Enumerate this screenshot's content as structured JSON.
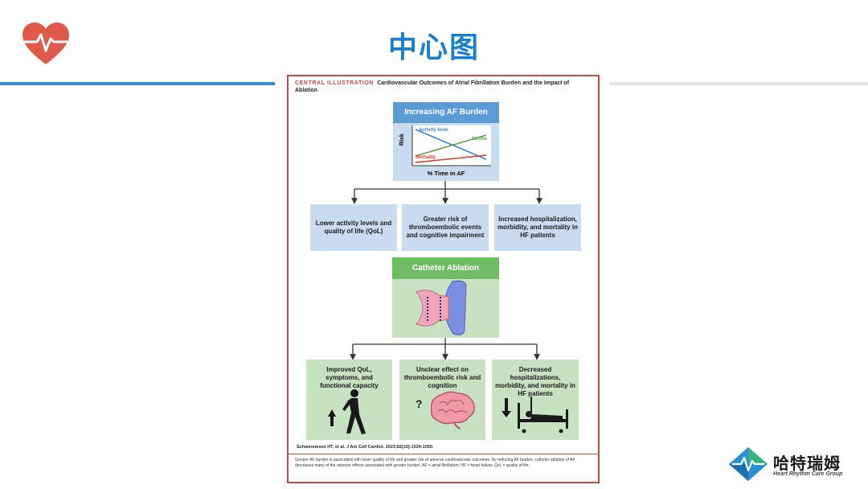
{
  "slide": {
    "title": "中心图",
    "brand_cn": "哈特瑞姆",
    "brand_en": "Heart Rhythm Care Group"
  },
  "figure": {
    "tag": "CENTRAL ILLUSTRATION",
    "title": "Cardiovascular Outcomes of Atrial Fibrillation Burden and the Impact of Ablation",
    "top_box": {
      "header": "Increasing AF Burden",
      "ylabel": "Risk",
      "xlabel": "% Time in AF",
      "lines": {
        "activity": "Activity level",
        "stroke": "Stroke",
        "mortality": "Mortality"
      }
    },
    "effects": [
      "Lower activity levels and quality of life (QoL)",
      "Greater risk of thromboembolic events and cognitive impairment",
      "Increased hospitalization, morbidity, and mortality in HF patients"
    ],
    "ablation": {
      "header": "Catheter Ablation"
    },
    "outcomes": [
      "Improved QoL, symptoms, and functional capacity",
      "Unclear effect on thromboembolic risk and cognition",
      "Decreased hospitalizations, morbidity, and mortality in HF patients"
    ],
    "question_mark": "?",
    "citation": "Schwennesen HT, et al. J Am Coll Cardiol. 2023;82(10):1039-1050.",
    "caption": "Greater AF burden is associated with lower quality of life and greater risk of adverse cardiovascular outcomes. By reducing AF burden, catheter ablation of AF decreases many of the adverse effects associated with greater burden. AF = atrial fibrillation; HF = heart failure; QoL = quality of life."
  },
  "colors": {
    "title_blue": "#1a7fd0",
    "box_blue_header": "#5b9bd5",
    "box_blue_light": "#c9dcef",
    "box_green_header": "#6fbd62",
    "box_green_light": "#c6e2c1",
    "frame_red": "#c44a4a",
    "activity_line": "#3a86c8",
    "stroke_line": "#5aa04a",
    "mortality_line": "#d63a2a"
  }
}
